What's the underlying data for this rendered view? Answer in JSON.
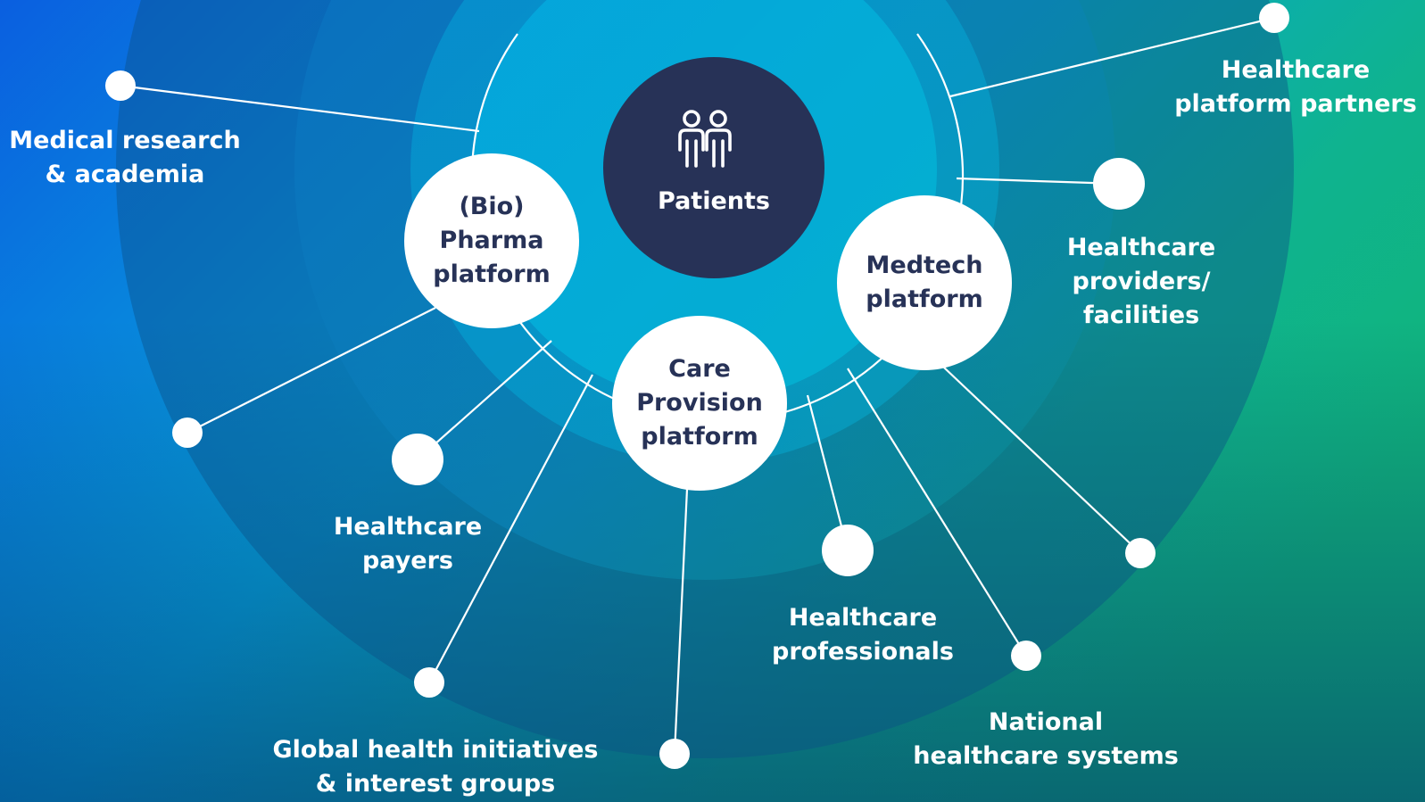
{
  "colors": {
    "background_left": "#0a63e0",
    "background_mid": "#06a8d8",
    "background_right": "#12b886",
    "background_bottom": "#063a6e",
    "ring_outer": "#0b4d86",
    "ring_mid": "#0a74b3",
    "ring_inner": "#04b9e6",
    "patients_circle": "#273257",
    "platform_circle": "#ffffff",
    "line": "#ffffff",
    "platform_text": "#273257",
    "label_text": "#ffffff"
  },
  "center": {
    "label": "Patients",
    "icon": "two-people-icon"
  },
  "platforms": [
    {
      "id": "pharma",
      "lines": [
        "(Bio)",
        "Pharma",
        "platform"
      ]
    },
    {
      "id": "care",
      "lines": [
        "Care",
        "Provision",
        "platform"
      ]
    },
    {
      "id": "medtech",
      "lines": [
        "Medtech",
        "platform"
      ]
    }
  ],
  "stakeholders": [
    {
      "id": "medical-research",
      "lines": [
        "Medical research",
        "& academia"
      ]
    },
    {
      "id": "healthcare-payers",
      "lines": [
        "Healthcare",
        "payers"
      ]
    },
    {
      "id": "global-health",
      "lines": [
        "Global health initiatives",
        "& interest groups"
      ]
    },
    {
      "id": "healthcare-professionals",
      "lines": [
        "Healthcare",
        "professionals"
      ]
    },
    {
      "id": "national-systems",
      "lines": [
        "National",
        "healthcare systems"
      ]
    },
    {
      "id": "providers",
      "lines": [
        "Healthcare",
        "providers/",
        "facilities"
      ]
    },
    {
      "id": "platform-partners",
      "lines": [
        "Healthcare",
        "platform partners"
      ]
    }
  ]
}
